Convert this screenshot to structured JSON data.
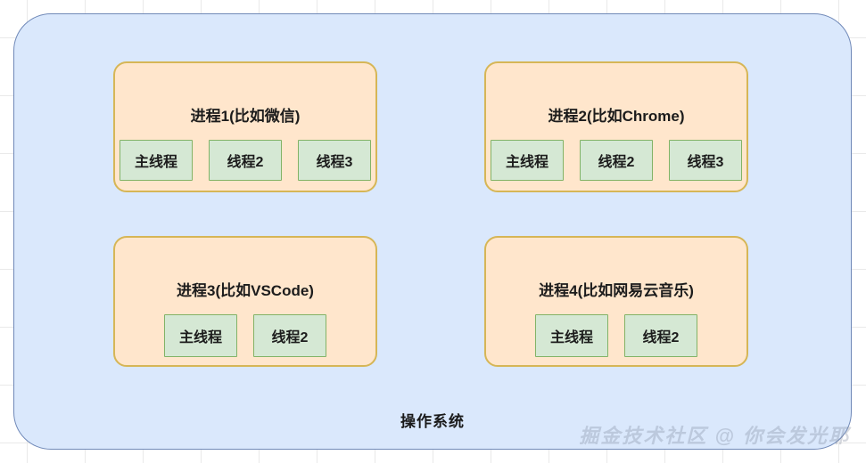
{
  "diagram": {
    "title": "操作系统进程与线程示意图",
    "colors": {
      "canvas_background": "#ffffff",
      "grid_line": "#e9e9e9",
      "os_fill": "#dae8fc",
      "os_border": "#7089b8",
      "process_fill": "#ffe6cc",
      "process_border": "#d6b656",
      "thread_fill": "#d5e8d4",
      "thread_border": "#82b366",
      "text": "#1c1c1c",
      "watermark": "#8892a6"
    },
    "os": {
      "label": "操作系统"
    },
    "processes": [
      {
        "id": "process-1",
        "title": "进程1(比如微信)",
        "threads": [
          {
            "label": "主线程"
          },
          {
            "label": "线程2"
          },
          {
            "label": "线程3"
          }
        ]
      },
      {
        "id": "process-2",
        "title": "进程2(比如Chrome)",
        "threads": [
          {
            "label": "主线程"
          },
          {
            "label": "线程2"
          },
          {
            "label": "线程3"
          }
        ]
      },
      {
        "id": "process-3",
        "title": "进程3(比如VSCode)",
        "threads": [
          {
            "label": "主线程"
          },
          {
            "label": "线程2"
          }
        ]
      },
      {
        "id": "process-4",
        "title": "进程4(比如网易云音乐)",
        "threads": [
          {
            "label": "主线程"
          },
          {
            "label": "线程2"
          }
        ]
      }
    ],
    "watermark": "掘金技术社区 @ 你会发光耶"
  }
}
